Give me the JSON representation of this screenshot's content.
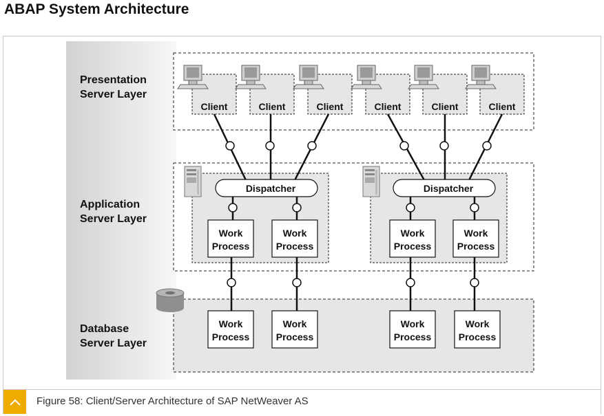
{
  "page_title": "ABAP System Architecture",
  "diagram": {
    "layers": {
      "presentation": [
        "Presentation",
        "Server Layer"
      ],
      "application": [
        "Application",
        "Server Layer"
      ],
      "database": [
        "Database",
        "Server Layer"
      ]
    },
    "clients": [
      "Client",
      "Client",
      "Client",
      "Client",
      "Client",
      "Client"
    ],
    "dispatchers": [
      "Dispatcher",
      "Dispatcher"
    ],
    "app_work_processes": [
      [
        "Work",
        "Process"
      ],
      [
        "Work",
        "Process"
      ],
      [
        "Work",
        "Process"
      ],
      [
        "Work",
        "Process"
      ]
    ],
    "db_work_processes": [
      [
        "Work",
        "Process"
      ],
      [
        "Work",
        "Process"
      ],
      [
        "Work",
        "Process"
      ],
      [
        "Work",
        "Process"
      ]
    ]
  },
  "caption": {
    "text": "Figure 58: Client/Server Architecture of SAP NetWeaver AS",
    "toggle_icon": "chevron-up-icon",
    "accent_color": "#f0ab00"
  }
}
